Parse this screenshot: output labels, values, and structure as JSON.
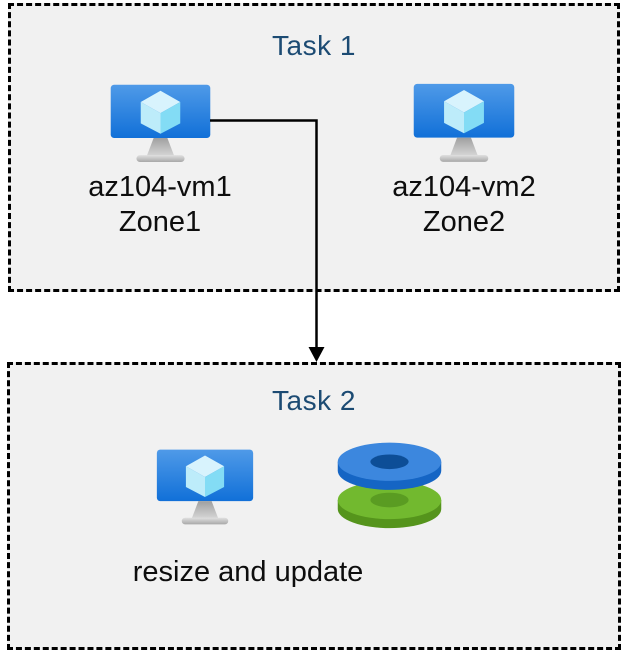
{
  "task1": {
    "title": "Task 1",
    "vms": [
      {
        "name": "az104-vm1",
        "zone": "Zone1",
        "icon": "virtual-machine-icon"
      },
      {
        "name": "az104-vm2",
        "zone": "Zone2",
        "icon": "virtual-machine-icon"
      }
    ]
  },
  "task2": {
    "title": "Task 2",
    "caption": "resize and update",
    "icons": [
      "virtual-machine-icon",
      "managed-disks-icon"
    ]
  },
  "arrow": {
    "connects_from": "az104-vm1",
    "connects_to": "Task 2",
    "style": "elbow-down-arrow"
  },
  "colors": {
    "box_fill": "#f1f1f1",
    "box_border": "#000000",
    "title_text": "#1c4b73",
    "label_text": "#0d0d0d",
    "arrow_stroke": "#000000",
    "monitor_top": "#4f9ae8",
    "monitor_bottom": "#1170d8",
    "cube_top": "#d8f3fd",
    "cube_left": "#bdecfa",
    "cube_right": "#83dcf5",
    "stand_dark": "#a0a0a0",
    "stand_light": "#d6d6d6",
    "base_light": "#e0e0e0",
    "base_dark": "#a8a8a8",
    "disk_blue_top": "#3c87de",
    "disk_blue_side": "#1565c4",
    "disk_blue_hole": "#0d4e97",
    "disk_green_top": "#72b92f",
    "disk_green_side": "#55941c",
    "disk_green_hole": "#5a9c22"
  }
}
